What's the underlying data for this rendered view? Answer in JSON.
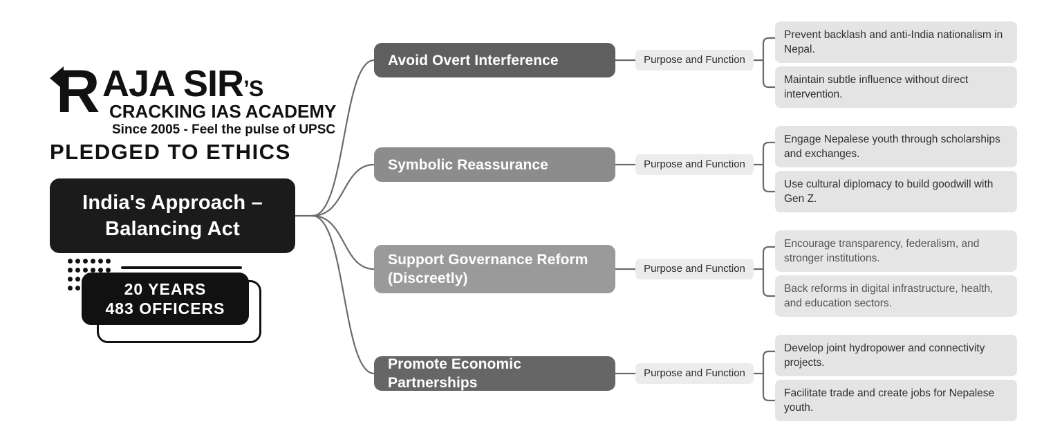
{
  "brand": {
    "arrow_icon": "left-arrow-icon",
    "big_letter": "R",
    "name": "AJA SIR",
    "name_suffix": "’S",
    "academy": "CRACKING IAS ACADEMY",
    "since": "Since 2005 - Feel the pulse of UPSC",
    "tagline": "PLEDGED TO ETHICS",
    "badge_line1": "20 YEARS",
    "badge_line2": "483 OFFICERS"
  },
  "colors": {
    "root_bg": "#1b1b1b",
    "branch1_bg": "#5f5f5f",
    "branch2_bg": "#8c8c8c",
    "branch3_bg": "#9a9a9a",
    "branch4_bg": "#666666",
    "pill_bg": "#ececec",
    "leaf_bg": "#e4e4e4",
    "link_stroke": "#6a6a6a",
    "page_bg": "#ffffff"
  },
  "root": {
    "title": "India's Approach – Balancing Act"
  },
  "branches": [
    {
      "label": "Avoid Overt Interference",
      "relation": "Purpose and Function",
      "leaves": [
        "Prevent backlash and anti-India nationalism in Nepal.",
        "Maintain subtle influence without direct intervention."
      ]
    },
    {
      "label": "Symbolic Reassurance",
      "relation": "Purpose and Function",
      "leaves": [
        "Engage Nepalese youth through scholarships and exchanges.",
        "Use cultural diplomacy to build goodwill with Gen Z."
      ]
    },
    {
      "label": "Support Governance Reform (Discreetly)",
      "relation": "Purpose and Function",
      "leaves": [
        "Encourage transparency, federalism, and stronger institutions.",
        "Back reforms in digital infrastructure, health, and education sectors."
      ]
    },
    {
      "label": "Promote Economic Partnerships",
      "relation": "Purpose and Function",
      "leaves": [
        "Develop joint hydropower and connectivity projects.",
        "Facilitate trade and create jobs for Nepalese youth."
      ]
    }
  ]
}
